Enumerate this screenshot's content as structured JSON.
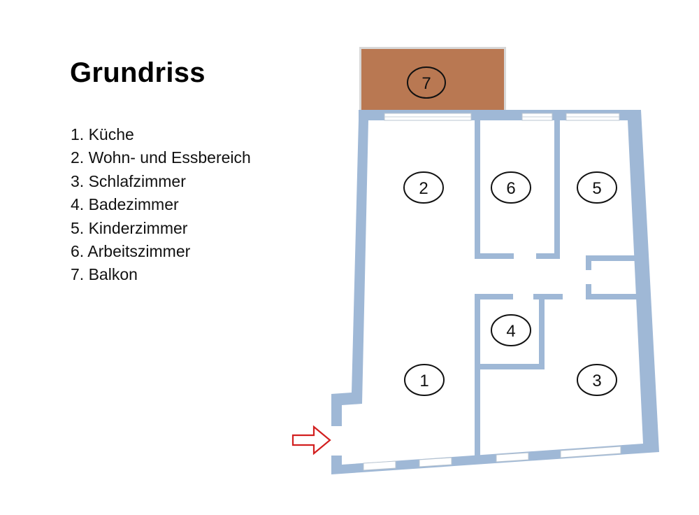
{
  "title": "Grundriss",
  "legend": [
    "1. Küche",
    "2. Wohn- und Essbereich",
    "3. Schlafzimmer",
    "4. Badezimmer",
    "5. Kinderzimmer",
    "6. Arbeitszimmer",
    "7. Balkon"
  ],
  "rooms": [
    {
      "number": "1",
      "name": "Küche"
    },
    {
      "number": "2",
      "name": "Wohn- und Essbereich"
    },
    {
      "number": "3",
      "name": "Schlafzimmer"
    },
    {
      "number": "4",
      "name": "Badezimmer"
    },
    {
      "number": "5",
      "name": "Kinderzimmer"
    },
    {
      "number": "6",
      "name": "Arbeitszimmer"
    },
    {
      "number": "7",
      "name": "Balkon"
    }
  ],
  "colors": {
    "wall": "#9fb8d6",
    "balcony": "#b97852",
    "entrance_arrow": "#d21f1f",
    "window_frame": "#b8c4d0"
  },
  "icons": {
    "entrance": "entrance-arrow-icon"
  }
}
